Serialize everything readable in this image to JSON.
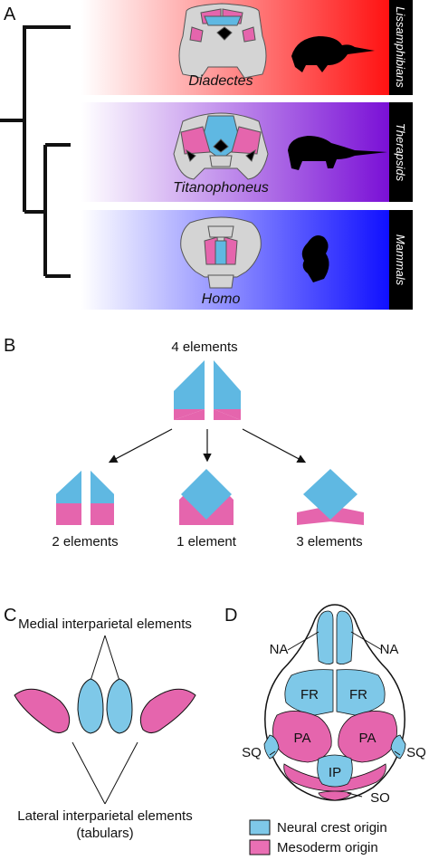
{
  "panels": {
    "A": {
      "letter": "A",
      "rows": [
        {
          "taxon": "Diadectes",
          "group": "Lissamphibians",
          "color": "#ff1a1a"
        },
        {
          "taxon": "Titanophoneus",
          "group": "Therapsids",
          "color": "#8a1fd6"
        },
        {
          "taxon": "Homo",
          "group": "Mammals",
          "color": "#1a1aff"
        }
      ]
    },
    "B": {
      "letter": "B",
      "top_label": "4 elements",
      "options": [
        "2 elements",
        "1 element",
        "3 elements"
      ]
    },
    "C": {
      "letter": "C",
      "medial_label": "Medial interparietal elements",
      "lateral_label": "Lateral interparietal elements",
      "lateral_sub": "(tabulars)"
    },
    "D": {
      "letter": "D",
      "bones": {
        "NA": "NA",
        "FR": "FR",
        "PA": "PA",
        "SQ": "SQ",
        "IP": "IP",
        "SO": "SO"
      }
    }
  },
  "legend": [
    {
      "label": "Neural crest origin",
      "color": "#7ec8e8"
    },
    {
      "label": "Mesoderm origin",
      "color": "#ea6fb4"
    }
  ],
  "colors": {
    "blue": "#5fb8e2",
    "pink": "#e565ad",
    "gray": "#d4d4d4"
  }
}
